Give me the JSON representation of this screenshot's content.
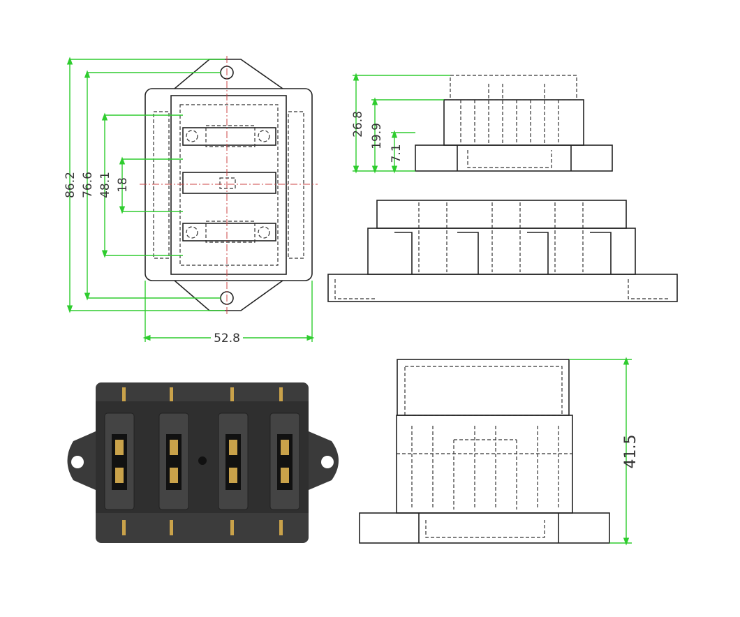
{
  "dimensions": {
    "overall_length": "86.2",
    "hole_spacing": "76.6",
    "inner_length": "48.1",
    "center_gap": "18",
    "width": "52.8",
    "side_height": "26.8",
    "side_mid_height": "19.9",
    "base_height": "7.1",
    "total_height": "41.5"
  },
  "colors": {
    "dimension_line": "#2ecc2e",
    "photo_body": "#3a3a3a",
    "terminal": "#c9a24a"
  }
}
